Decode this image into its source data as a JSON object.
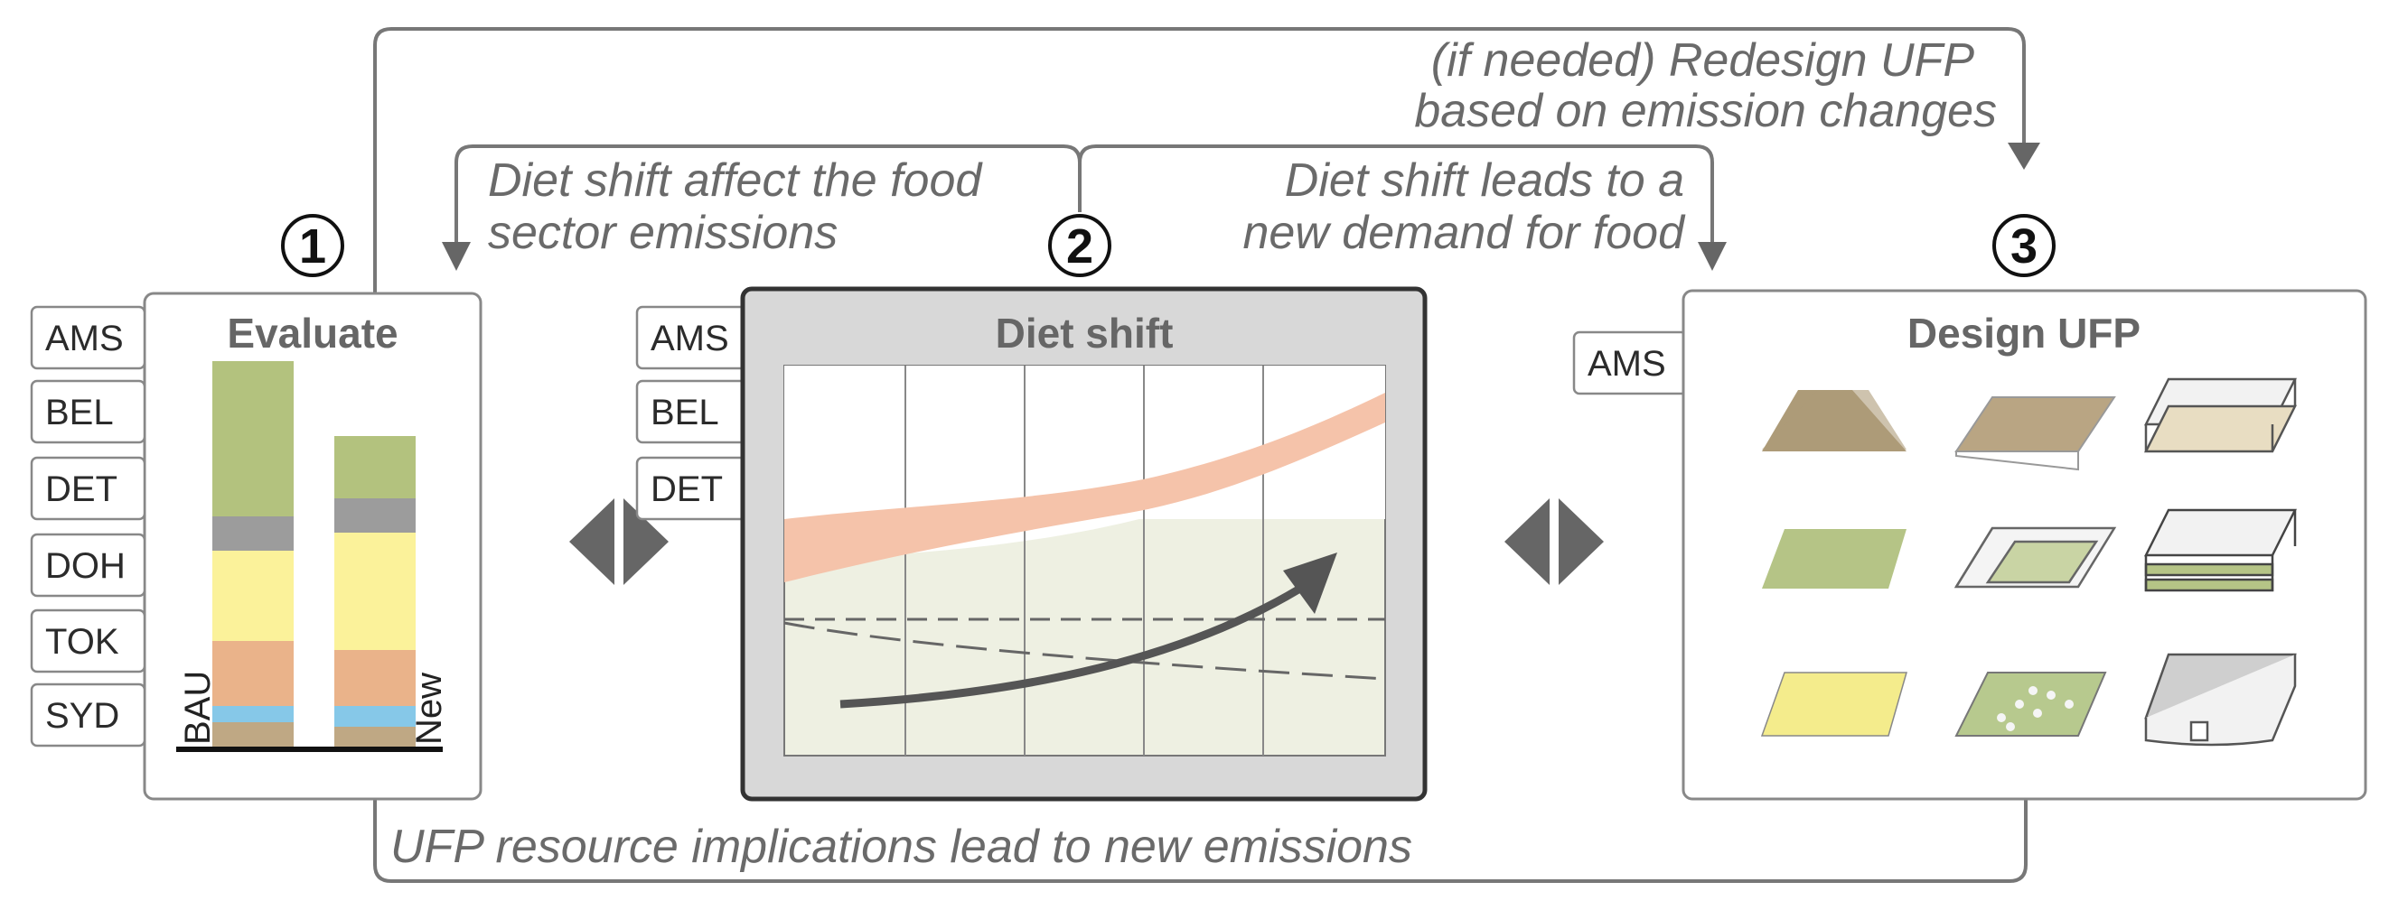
{
  "flow_labels": {
    "redesign_line1": "(if needed) Redesign UFP",
    "redesign_line2": "based on  emission changes",
    "diet_affect_line1": "Diet shift affect the food",
    "diet_affect_line2": "sector emissions",
    "diet_demand_line1": "Diet shift leads to a",
    "diet_demand_line2": "new demand for food",
    "ufp_resource": "UFP resource implications lead to new emissions"
  },
  "step1": {
    "number": "1",
    "title": "Evaluate",
    "cities": [
      "AMS",
      "BEL",
      "DET",
      "DOH",
      "TOK",
      "SYD"
    ],
    "bar_labels": [
      "BAU",
      "New"
    ]
  },
  "step2": {
    "number": "2",
    "title": "Diet shift",
    "cities": [
      "AMS",
      "BEL",
      "DET"
    ]
  },
  "step3": {
    "number": "3",
    "title": "Design UFP",
    "cities": [
      "AMS"
    ]
  },
  "colors": {
    "green": "#b3c27e",
    "gray": "#9c9c9c",
    "yellow": "#fbf29a",
    "orange": "#eab38a",
    "blue": "#86c8e8",
    "brown": "#bfa884",
    "salmon": "#f5c3aa",
    "chart_bg": "#eef0e2",
    "arrow": "#555555"
  }
}
